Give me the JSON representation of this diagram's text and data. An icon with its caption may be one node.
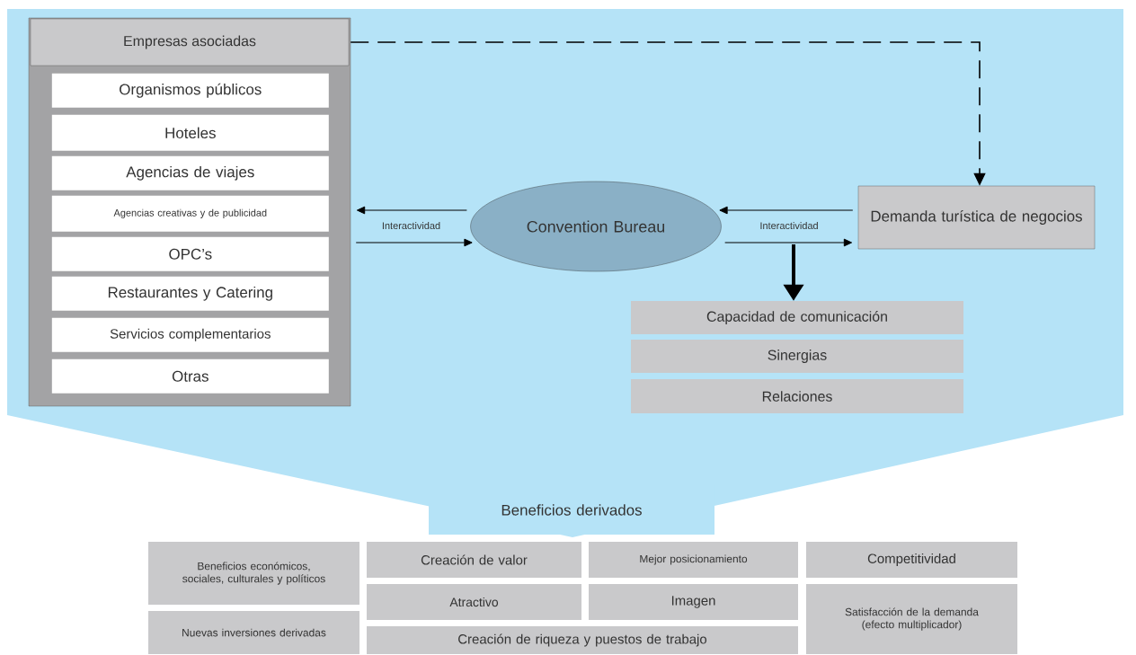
{
  "diagram": {
    "nodes": [
      {
        "text": [
          "Empresas asociadas"
        ]
      },
      {
        "text": [
          "Organismos públicos"
        ],
        "in": 0
      },
      {
        "text": [
          "Hoteles"
        ],
        "in": 0
      },
      {
        "text": [
          "Agencias de viajes"
        ],
        "in": 0
      },
      {
        "text": [
          "Agencias creativas y de publicidad"
        ],
        "in": 0
      },
      {
        "text": [
          "OPC’s"
        ],
        "in": 0
      },
      {
        "text": [
          "Restaurantes y Catering"
        ],
        "in": 0
      },
      {
        "text": [
          "Servicios complementarios"
        ],
        "in": 0
      },
      {
        "text": [
          "Otras"
        ],
        "in": 0
      },
      {
        "text": [
          "Convention Bureau"
        ]
      },
      {
        "text": [
          "Demanda turística de negocios"
        ]
      },
      {
        "text": [
          "Capacidad de comunicación"
        ]
      },
      {
        "text": [
          "Sinergias"
        ]
      },
      {
        "text": [
          "Relaciones"
        ]
      },
      {
        "text": [
          "Beneficios derivados"
        ]
      },
      {
        "text": [
          "Beneficios económicos, sociales, culturales y políticos"
        ]
      },
      {
        "text": [
          "Creación de valor"
        ]
      },
      {
        "text": [
          "Mejor posicionamiento"
        ]
      },
      {
        "text": [
          "Competitividad"
        ]
      },
      {
        "text": [
          "Atractivo"
        ]
      },
      {
        "text": [
          "Imagen"
        ]
      },
      {
        "text": [
          "Satisfacción de la demanda (efecto multiplicador)"
        ]
      },
      {
        "text": [
          "Nuevas inversiones derivadas"
        ]
      },
      {
        "text": [
          "Creación de riqueza y puestos de trabajo"
        ]
      }
    ],
    "edges": [
      {
        "from": 9,
        "to": 0,
        "arrow": "to"
      },
      {
        "from": 0,
        "to": 9,
        "arrow": "to",
        "label": "Interactividad"
      },
      {
        "from": 10,
        "to": 9,
        "arrow": "to"
      },
      {
        "from": 9,
        "to": 10,
        "arrow": "to",
        "label": "Interactividad"
      },
      {
        "from": null,
        "to": 11,
        "arrow": "to",
        "style": "thick"
      },
      {
        "from": 0,
        "to": 10,
        "arrow": "to",
        "style": "dashed"
      }
    ]
  }
}
